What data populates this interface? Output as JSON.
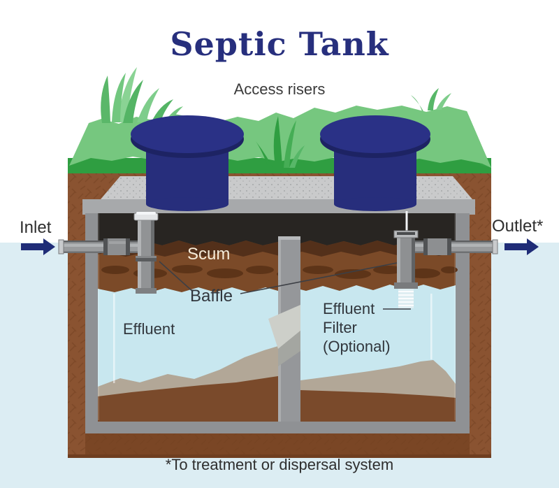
{
  "title": "Septic Tank",
  "labels": {
    "access_risers": "Access risers",
    "inlet": "Inlet",
    "outlet": "Outlet*",
    "scum": "Scum",
    "baffle": "Baffle",
    "effluent": "Effluent",
    "effluent_filter_line1": "Effluent",
    "effluent_filter_line2": "Filter",
    "effluent_filter_line3": "(Optional)",
    "footnote": "*To treatment or dispersal system"
  },
  "icons": {
    "inlet_arrow": "right-arrow",
    "outlet_arrow": "right-arrow"
  },
  "colors": {
    "background_sky": "#ffffff",
    "background_water": "#dcedf3",
    "grass_top": "#76c77f",
    "grass_front": "#2f9e41",
    "soil": "#8a5331",
    "soil_shadow": "#7a4625",
    "concrete": "#c9cacb",
    "concrete_face": "#a7a9ab",
    "riser_navy": "#272e7c",
    "riser_lid_rim": "#1d2363",
    "riser_lid_top": "#2a3186",
    "tank_gray": "#8f9194",
    "divider_gray": "#95979a",
    "headspace": "#282522",
    "scum_brown": "#7b4a28",
    "scum_dark": "#53301a",
    "water": "#c8e7ef",
    "sludge_gray": "#b2a797",
    "sludge_brown": "#7a4a2b",
    "pipe_gray": "#999b9d",
    "arrow_navy": "#1f2c77",
    "title_navy": "#272f7d",
    "label_dark": "#333333",
    "scum_label_cream": "#f6ecd9"
  }
}
